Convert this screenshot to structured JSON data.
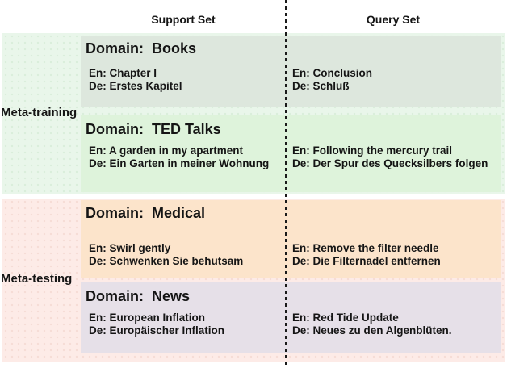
{
  "title_row": {
    "support": "Support Set",
    "query": "Query Set"
  },
  "sections": [
    {
      "label": "Meta-training",
      "rows": [
        {
          "domain_label": "Domain:  Books",
          "support": {
            "en": "En: Chapter I",
            "de": "De: Erstes Kapitel"
          },
          "query": {
            "en": "En: Conclusion",
            "de": "De: Schluß"
          }
        },
        {
          "domain_label": "Domain:  TED Talks",
          "support": {
            "en": "En: A garden in my apartment",
            "de": "De: Ein Garten in meiner Wohnung"
          },
          "query": {
            "en": "En: Following the mercury trail",
            "de": "De: Der Spur des Quecksilbers folgen"
          }
        }
      ]
    },
    {
      "label": "Meta-testing",
      "rows": [
        {
          "domain_label": "Domain:  Medical",
          "support": {
            "en": "En: Swirl gently",
            "de": "De: Schwenken Sie behutsam"
          },
          "query": {
            "en": "En: Remove the filter needle",
            "de": "De: Die Filternadel entfernen"
          }
        },
        {
          "domain_label": "Domain:  News",
          "support": {
            "en": "En: European Inflation",
            "de": "De: Europäischer Inflation"
          },
          "query": {
            "en": "En: Red Tide Update",
            "de": "De: Neues zu den Algenblüten."
          }
        }
      ]
    }
  ],
  "colors": {
    "meta_training_band": "#e9f6ea",
    "meta_testing_band": "#fdebe7",
    "books_block": "#dde7dd",
    "ted_block": "#def3db",
    "medical_block": "#fce4cb",
    "news_block": "#e6e0e8",
    "divider": "#1a1a1a",
    "text": "#151515"
  }
}
